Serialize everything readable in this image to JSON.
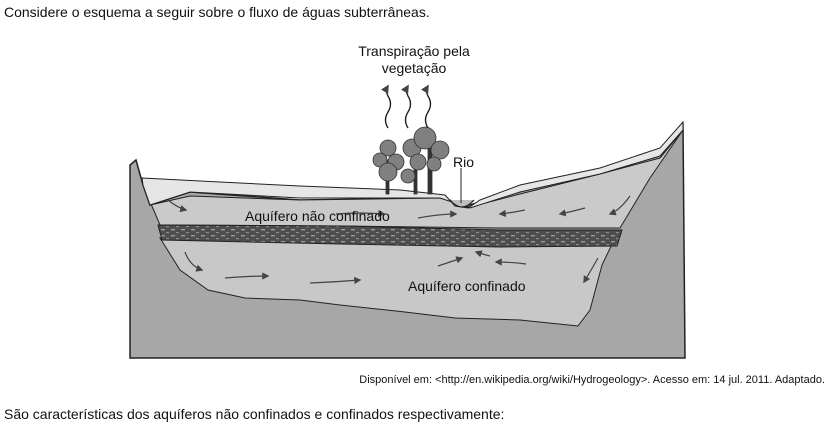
{
  "intro_text": "Considere o esquema a seguir sobre o fluxo de águas subterrâneas.",
  "diagram": {
    "transpiration_line1": "Transpiração pela",
    "transpiration_line2": "vegetação",
    "river_label": "Rio",
    "unconfined_label": "Aquífero não confinado",
    "confined_label": "Aquífero confinado"
  },
  "source_text": "Disponível em: <http://en.wikipedia.org/wiki/Hydrogeology>. Acesso em: 14 jul. 2011. Adaptado.",
  "question_text": "São características dos aquíferos não confinados e confinados respectivamente:",
  "colors": {
    "bedrock": "#a6a6a6",
    "aquifer": "#c9c9c9",
    "surface": "#e4e4e4",
    "confining_layer": "#555555",
    "vegetation": "#7d7d7d",
    "arrow": "#444444"
  }
}
